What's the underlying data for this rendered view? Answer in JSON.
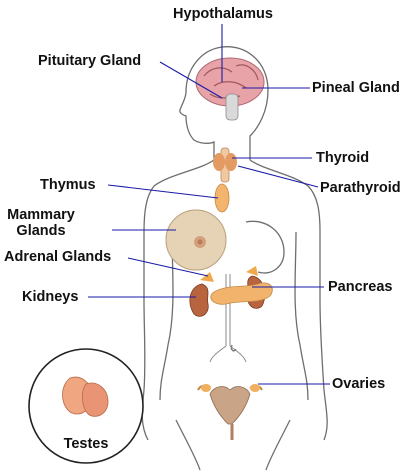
{
  "labels": {
    "hypothalamus": "Hypothalamus",
    "pituitary": "Pituitary Gland",
    "pineal": "Pineal Gland",
    "thyroid": "Thyroid",
    "parathyroid": "Parathyroid",
    "thymus": "Thymus",
    "mammary_line1": "Mammary",
    "mammary_line2": "Glands",
    "adrenal": "Adrenal Glands",
    "pancreas": "Pancreas",
    "kidneys": "Kidneys",
    "ovaries": "Ovaries",
    "testes": "Testes"
  },
  "colors": {
    "leader_line": "#1a1aa8",
    "outline": "#6e6e6e",
    "brain": "#e7a3a8",
    "gland_orange": "#f0a84a",
    "kidney": "#b8643e",
    "breast": "#e6d3b6",
    "uterus": "#c9a487"
  }
}
